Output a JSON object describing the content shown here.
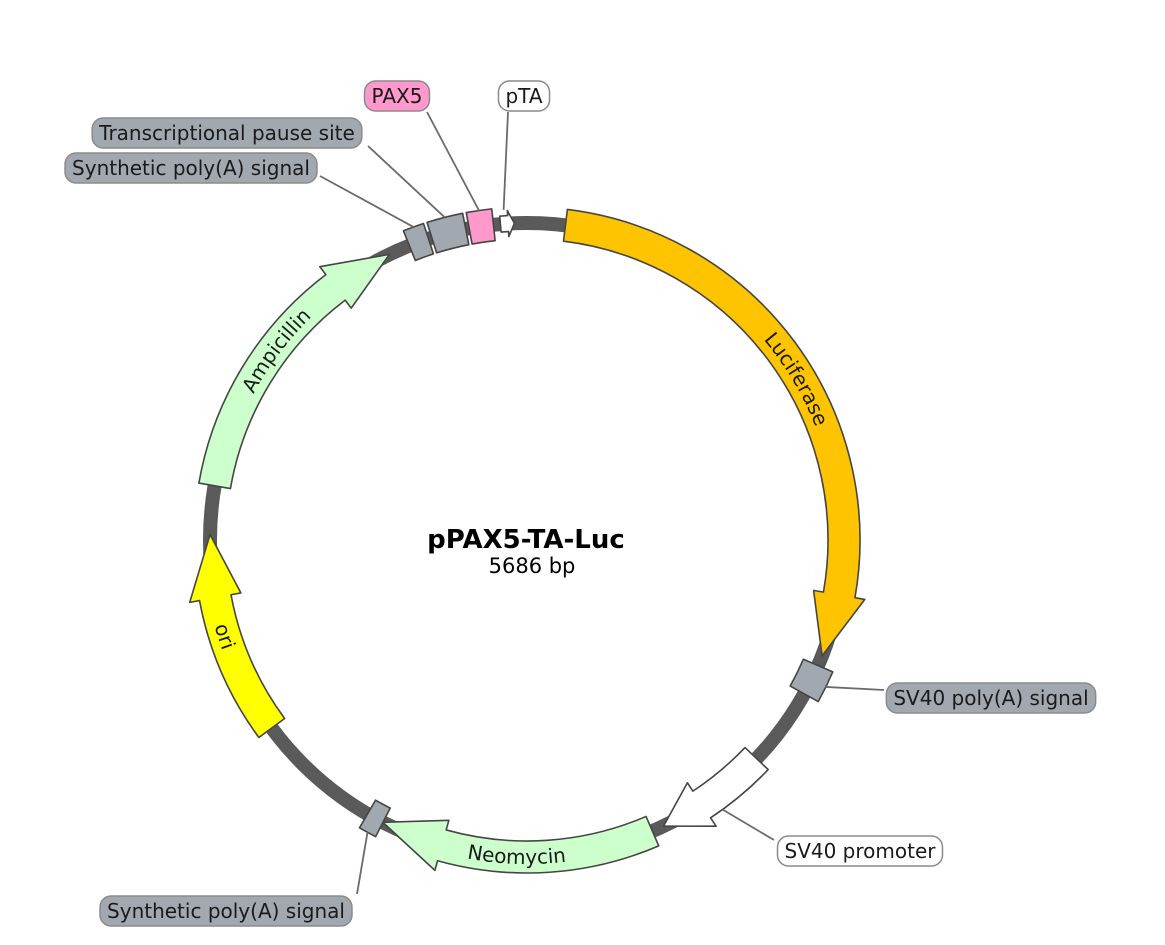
{
  "map": {
    "name": "pPAX5-TA-Luc",
    "size_label": "5686 bp",
    "total_bp": 5686
  },
  "colors": {
    "backbone": "#5a5a5a",
    "luciferase": "#ffc400",
    "resistance": "#ccffcc",
    "ori": "#ffff00",
    "polyA": "#a2a8b0",
    "pax5": "#ff99cc",
    "promoter": "#ffffff",
    "outline": "#454545",
    "leader": "#6b6b6b"
  },
  "features": [
    {
      "name": "Luciferase",
      "type": "gene-arrow",
      "start": 110,
      "end": 1760,
      "color": "luciferase",
      "inner_label": true
    },
    {
      "name": "SV40 poly(A) signal",
      "type": "box",
      "start": 1790,
      "end": 1880,
      "color": "polyA",
      "inner_label": false
    },
    {
      "name": "SV40 promoter",
      "type": "gene-arrow",
      "start": 2110,
      "end": 2440,
      "color": "promoter",
      "inner_label": false
    },
    {
      "name": "Neomycin",
      "type": "gene-arrow",
      "start": 2475,
      "end": 3270,
      "color": "resistance",
      "inner_label": true
    },
    {
      "name": "Synthetic poly(A) signal",
      "type": "box",
      "start": 3270,
      "end": 3320,
      "color": "polyA",
      "inner_label": false
    },
    {
      "name": "ori",
      "type": "gene-arrow",
      "start": 3690,
      "end": 4280,
      "color": "ori",
      "inner_label": true
    },
    {
      "name": "Ampicillin",
      "type": "gene-arrow",
      "start": 4420,
      "end": 5280,
      "color": "resistance",
      "inner_label": true
    },
    {
      "name": "Synthetic poly(A) signal",
      "type": "box",
      "start": 5342,
      "end": 5400,
      "color": "polyA",
      "inner_label": false
    },
    {
      "name": "Transcriptional pause site",
      "type": "box",
      "start": 5410,
      "end": 5510,
      "color": "polyA",
      "inner_label": false
    },
    {
      "name": "PAX5",
      "type": "box",
      "start": 5520,
      "end": 5590,
      "color": "pax5",
      "inner_label": false
    },
    {
      "name": "pTA",
      "type": "small-arrow",
      "start": 5610,
      "end": 5650,
      "color": "promoter",
      "inner_label": false
    }
  ],
  "labels": [
    {
      "text": "PAX5",
      "color": "pax5",
      "feature_index": 9
    },
    {
      "text": "pTA",
      "color": "promoter",
      "feature_index": 10
    },
    {
      "text": "Transcriptional pause site",
      "color": "polyA",
      "feature_index": 8
    },
    {
      "text": "Synthetic poly(A) signal",
      "color": "polyA",
      "feature_index": 7
    },
    {
      "text": "SV40 poly(A) signal",
      "color": "polyA",
      "feature_index": 1
    },
    {
      "text": "SV40 promoter",
      "color": "promoter",
      "feature_index": 2
    },
    {
      "text": "Synthetic poly(A) signal",
      "color": "polyA",
      "feature_index": 4
    }
  ]
}
